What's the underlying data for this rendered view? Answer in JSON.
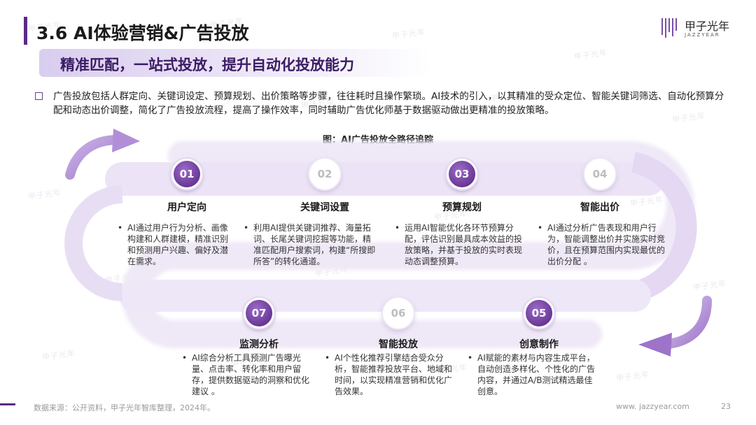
{
  "header": {
    "title": "3.6 AI体验营销&广告投放",
    "subtitle": "精准匹配，一站式投放，提升自动化投放能力"
  },
  "logo": {
    "name_cn": "甲子光年",
    "name_en": "JAZZYEAR",
    "icon": "bars-logo-icon"
  },
  "watermark": "甲子光年",
  "intro": "广告投放包括人群定向、关键词设定、预算规划、出价策略等步骤，往往耗时且操作繁琐。AI技术的引入，以其精准的受众定位、智能关键词筛选、自动化预算分配和动态出价调整，简化了广告投放流程，提高了操作效率，同时辅助广告优化师基于数据驱动做出更精准的投放策略。",
  "figure_title": "图：AI广告投放全路径追踪",
  "steps": [
    {
      "num": "01",
      "title": "用户定向",
      "desc": "AI通过用户行为分析、画像构建和人群建模，精准识别和预测用户兴趣、偏好及潜在需求。"
    },
    {
      "num": "02",
      "title": "关键词设置",
      "desc": "利用AI提供关键词推荐、海量拓词、长尾关键词挖掘等功能，精准匹配用户搜索词，构建“所搜即所答”的转化通道。"
    },
    {
      "num": "03",
      "title": "预算规划",
      "desc": "运用AI智能优化各环节预算分配，评估识别最具成本效益的投放策略，并基于投放的实时表现动态调整预算。"
    },
    {
      "num": "04",
      "title": "智能出价",
      "desc": "AI通过分析广告表现和用户行为，智能调整出价并实施实时竞价，且在预算范围内实现最优的出价分配 。"
    },
    {
      "num": "05",
      "title": "创意制作",
      "desc": "AI赋能的素材与内容生成平台，自动创造多样化、个性化的广告内容，并通过A/B测试精选最佳创意。"
    },
    {
      "num": "06",
      "title": "智能投放",
      "desc": "AI个性化推荐引擎结合受众分析，智能推荐投放平台、地域和时间，以实现精准营销和优化广告效果。"
    },
    {
      "num": "07",
      "title": "监测分析",
      "desc": "AI综合分析工具预测广告曝光量、点击率、转化率和用户留存，提供数据驱动的洞察和优化建议 。"
    }
  ],
  "footer": {
    "source": "数据来源：公开资料，甲子光年智库整理，2024年。",
    "site": "www. jazzyear.com",
    "page": "23"
  },
  "colors": {
    "accent": "#5b2a86",
    "badge": "#6a3796",
    "track": "#ebe3f5"
  }
}
